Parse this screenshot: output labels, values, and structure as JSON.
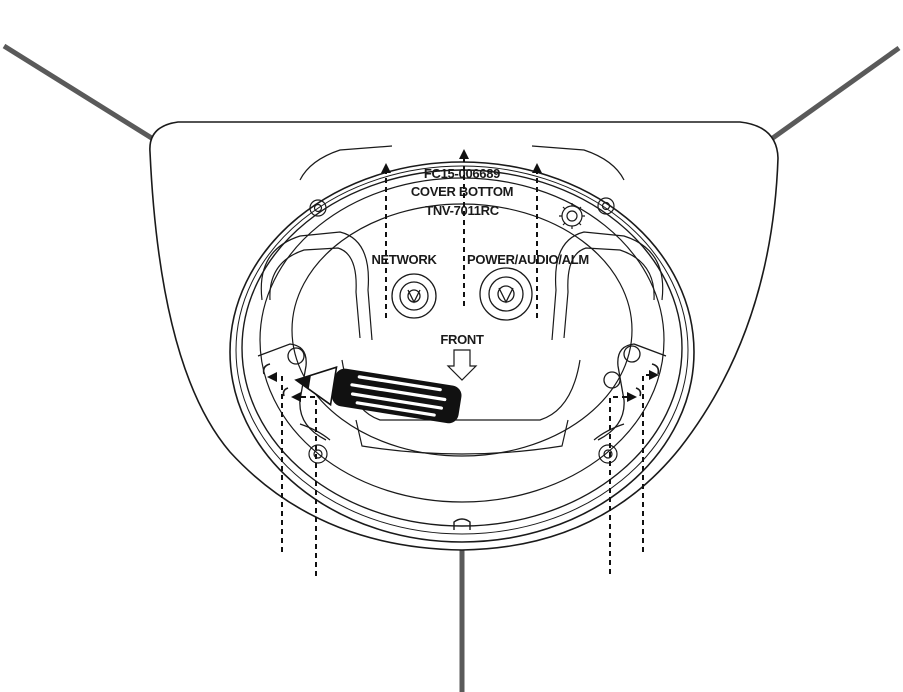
{
  "labels": {
    "part_number": "FC15-006689",
    "part_name": "COVER BOTTOM",
    "model": "TNV-7011RC",
    "network_port": "NETWORK",
    "power_port": "POWER/AUDIO/ALM",
    "front": "FRONT"
  },
  "icons": [
    "pencil-icon",
    "front-arrow-icon",
    "screw-icon",
    "arrow-up-icon",
    "arrow-left-icon",
    "arrow-right-icon"
  ],
  "colors": {
    "cable": "#5a5a5a",
    "outline": "#1a1a1a",
    "pencil_body": "#111111"
  }
}
